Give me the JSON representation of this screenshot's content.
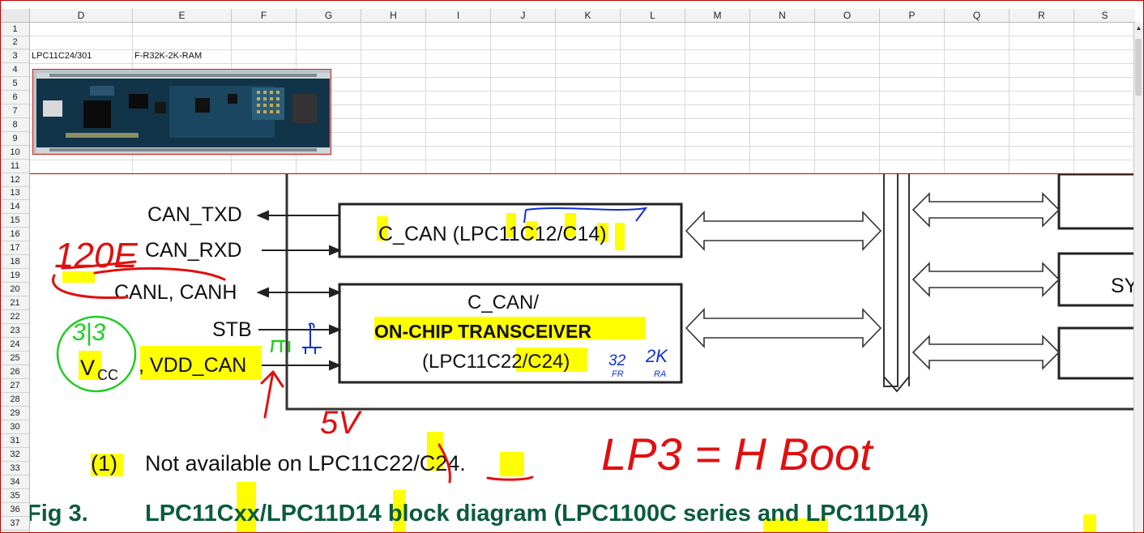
{
  "columns": [
    "D",
    "E",
    "F",
    "G",
    "H",
    "I",
    "J",
    "K",
    "L",
    "M",
    "N",
    "O",
    "P",
    "Q",
    "R",
    "S"
  ],
  "rows": [
    "1",
    "2",
    "3",
    "4",
    "5",
    "6",
    "7",
    "8",
    "9",
    "10",
    "11",
    "12",
    "13",
    "14",
    "15",
    "16",
    "17",
    "18",
    "19",
    "20",
    "21",
    "22",
    "23",
    "24",
    "25",
    "26",
    "27",
    "28",
    "29",
    "30",
    "31",
    "32",
    "33",
    "34",
    "35",
    "36",
    "37"
  ],
  "cells": {
    "d3": "LPC11C24/301",
    "e3": "F-R32K-2K-RAM"
  },
  "diagram": {
    "can_txd": "CAN_TXD",
    "can_rxd": "CAN_RXD",
    "canl_canh": "CANL, CANH",
    "stb": "STB",
    "vcc": "V",
    "vcc_sub": "CC",
    "vdd_can": ", VDD_CAN",
    "box1_label": "C_CAN (LPC11C12/C14)",
    "box2_line1": "C_CAN/",
    "box2_line2": "ON-CHIP TRANSCEIVER",
    "box2_line3": "(LPC11C22/C24)",
    "sy": "SY",
    "note_num": "(1)",
    "note_text": "Not available on LPC11C22/C24.",
    "fig_num": "Fig 3.",
    "fig_caption": "LPC11Cxx/LPC11D14 block diagram (LPC1100C series and LPC11D14)"
  },
  "annotations": {
    "ohm": "120E",
    "volt33": "3|3",
    "fivev": "5V",
    "boot": "LP3 = H Boot",
    "ks": "32",
    "ks_sub": "FR",
    "kr": "2K",
    "kr_sub": "RA"
  },
  "colors": {
    "frame_border": "#c00000",
    "caption_green": "#0b5b3f",
    "highlight_yellow": "#ffff00",
    "ink_red": "#e01010",
    "ink_green": "#22cc22",
    "ink_blue": "#1030d0"
  }
}
